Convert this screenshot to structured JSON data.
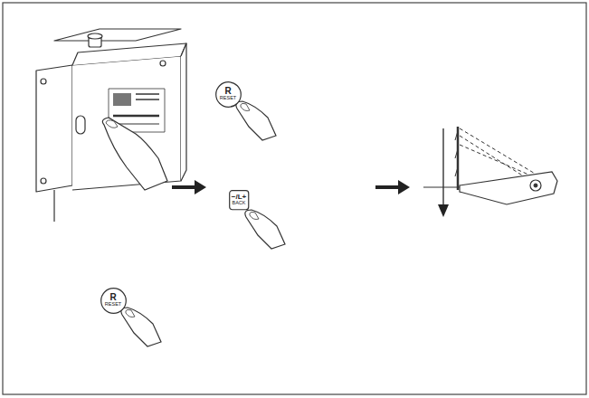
{
  "diagram": {
    "nodes": [
      {
        "text": [
          "R",
          "RESET"
        ]
      },
      {
        "text": [
          "−/L+",
          "BACK"
        ]
      },
      {
        "text": [
          "R",
          "RESET"
        ]
      }
    ]
  }
}
